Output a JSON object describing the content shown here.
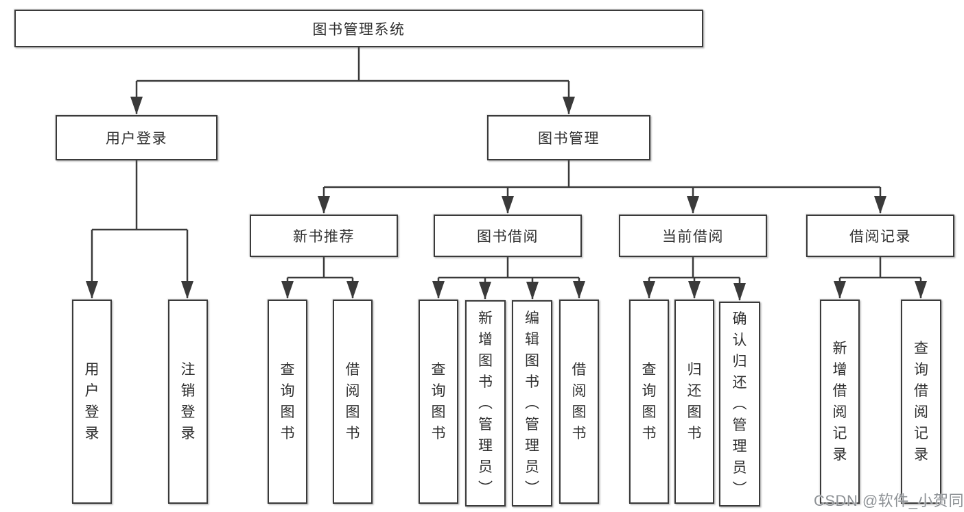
{
  "watermark": "CSDN @软件_小贺同学",
  "colors": {
    "line": "#3a3a3a",
    "box_border": "#3a3a3a",
    "box_fill": "#ffffff",
    "text": "#2f2f2f",
    "background": "#ffffff",
    "watermark": "#8e9296"
  },
  "tree": {
    "root": {
      "label": "图书管理系统",
      "children": [
        {
          "label": "用户登录",
          "children": [
            "用户登录",
            "注销登录"
          ]
        },
        {
          "label": "图书管理",
          "children": [
            {
              "label": "新书推荐",
              "children": [
                "查询图书",
                "借阅图书"
              ]
            },
            {
              "label": "图书借阅",
              "children": [
                "查询图书",
                "新增图书（管理员）",
                "编辑图书（管理员）",
                "借阅图书"
              ]
            },
            {
              "label": "当前借阅",
              "children": [
                "查询图书",
                "归还图书",
                "确认归还（管理员）"
              ]
            },
            {
              "label": "借阅记录",
              "children": [
                "新增借阅记录",
                "查询借阅记录"
              ]
            }
          ]
        }
      ]
    }
  }
}
